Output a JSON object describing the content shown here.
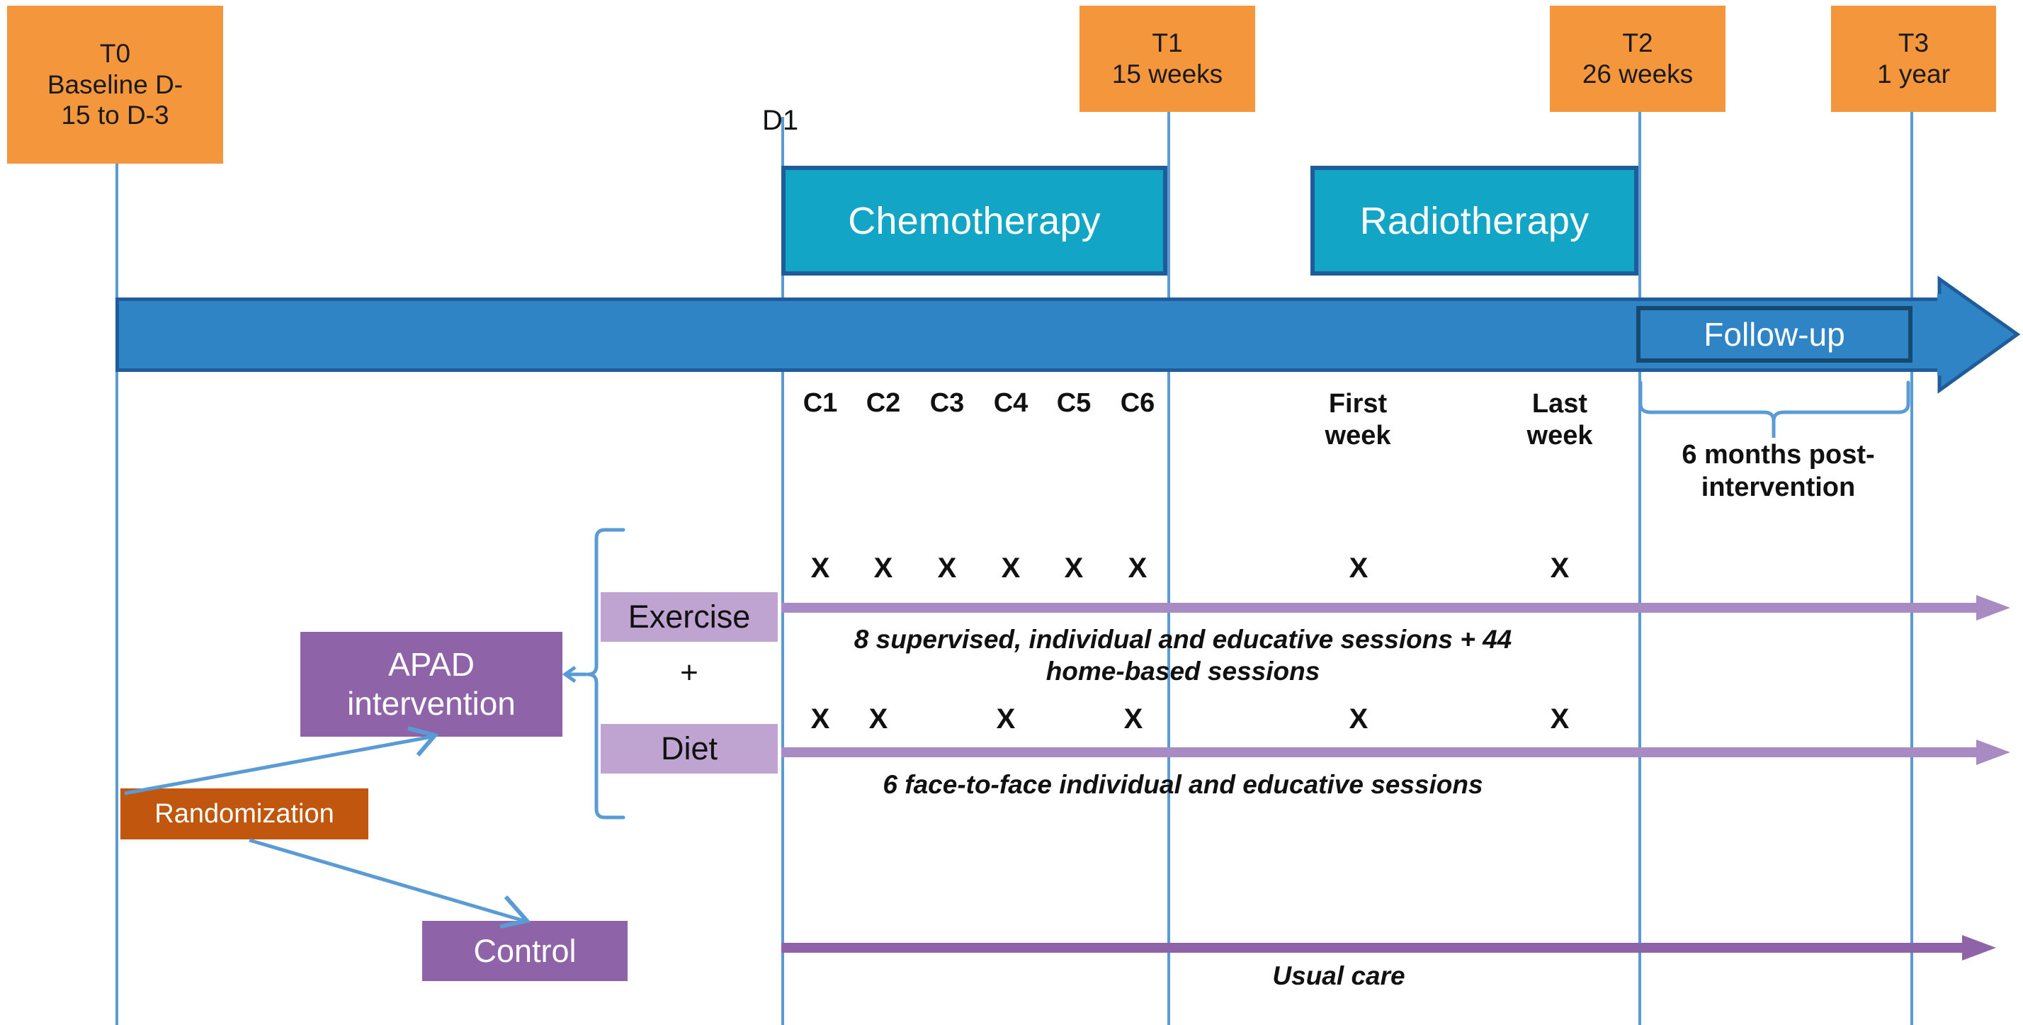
{
  "diagram": {
    "title": "APAD trial study flow timeline",
    "colors": {
      "timepoint_orange": "#F4963C",
      "therapy_teal": "#12A5C6",
      "therapy_border": "#1F5C99",
      "timeline_blue": "#2E84C4",
      "guide_line_blue": "#5B9BD5",
      "apad_purple": "#8E63A8",
      "arm_purple": "#BFA3D1",
      "randomization_brown": "#C1570F",
      "arrow_purple": "#A98BC4",
      "usual_care_purple": "#8E63A8"
    }
  },
  "timepoints": [
    {
      "id": "T0",
      "label": "T0",
      "detail": "Baseline D-\n15 to D-3"
    },
    {
      "id": "T1",
      "label": "T1",
      "detail": "15 weeks"
    },
    {
      "id": "T2",
      "label": "T2",
      "detail": "26 weeks"
    },
    {
      "id": "T3",
      "label": "T3",
      "detail": "1 year"
    }
  ],
  "treatments": [
    {
      "id": "chemo",
      "label": "Chemotherapy"
    },
    {
      "id": "radio",
      "label": "Radiotherapy"
    }
  ],
  "timeline": {
    "d1_label": "D1",
    "follow_up_label": "Follow-up",
    "post_intervention_label": "6 months post-\nintervention"
  },
  "cycles": [
    {
      "label": "C1"
    },
    {
      "label": "C2"
    },
    {
      "label": "C3"
    },
    {
      "label": "C4"
    },
    {
      "label": "C5"
    },
    {
      "label": "C6"
    }
  ],
  "radio_weeks": [
    {
      "label": "First\nweek"
    },
    {
      "label": "Last\nweek"
    }
  ],
  "intervention": {
    "apad_label": "APAD\nintervention",
    "plus_label": "+",
    "randomization_label": "Randomization",
    "control_label": "Control",
    "arms": [
      {
        "id": "exercise",
        "label": "Exercise",
        "caption": "8 supervised, individual and educative sessions + 44\nhome-based sessions",
        "session_marks": [
          "C1",
          "C2",
          "C3",
          "C4",
          "C5",
          "C6",
          "First week",
          "Last week"
        ]
      },
      {
        "id": "diet",
        "label": "Diet",
        "caption": "6 face-to-face individual and educative sessions",
        "session_marks": [
          "C1",
          "C2",
          "C4",
          "C6",
          "First week",
          "Last week"
        ]
      }
    ],
    "control_caption": "Usual care"
  },
  "marks": {
    "x_symbol": "X"
  }
}
